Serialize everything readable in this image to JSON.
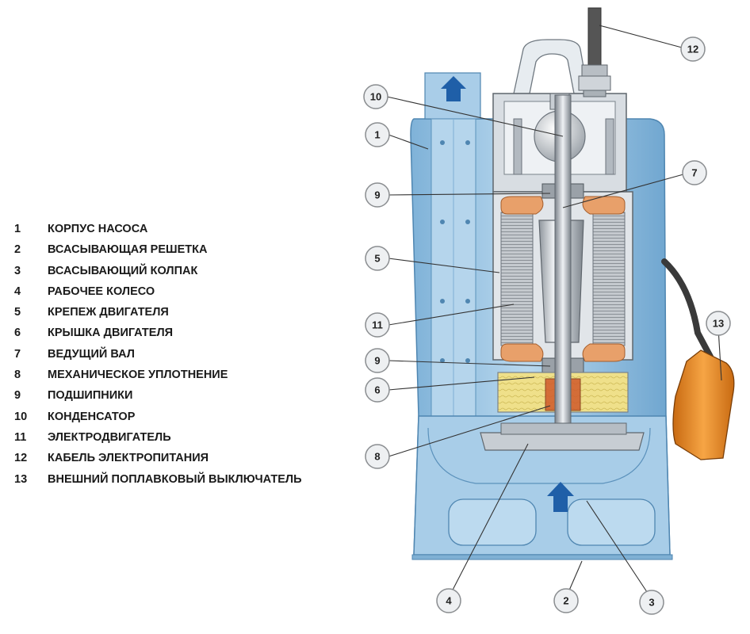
{
  "legend": [
    {
      "num": "1",
      "label": "КОРПУС НАСОСА"
    },
    {
      "num": "2",
      "label": "ВСАСЫВАЮЩАЯ РЕШЕТКА"
    },
    {
      "num": "3",
      "label": "ВСАСЫВАЮЩИЙ КОЛПАК"
    },
    {
      "num": "4",
      "label": "РАБОЧЕЕ КОЛЕСО"
    },
    {
      "num": "5",
      "label": "КРЕПЕЖ ДВИГАТЕЛЯ"
    },
    {
      "num": "6",
      "label": "КРЫШКА ДВИГАТЕЛЯ"
    },
    {
      "num": "7",
      "label": "ВЕДУЩИЙ ВАЛ"
    },
    {
      "num": "8",
      "label": "МЕХАНИЧЕСКОЕ УПЛОТНЕНИЕ"
    },
    {
      "num": "9",
      "label": "ПОДШИПНИКИ"
    },
    {
      "num": "10",
      "label": "КОНДЕНСАТОР"
    },
    {
      "num": "11",
      "label": "ЭЛЕКТРОДВИГАТЕЛЬ"
    },
    {
      "num": "12",
      "label": "КАБЕЛЬ ЭЛЕКТРОПИТАНИЯ"
    },
    {
      "num": "13",
      "label": "ВНЕШНИЙ ПОПЛАВКОВЫЙ ВЫКЛЮЧАТЕЛЬ"
    }
  ],
  "callouts": [
    "10",
    "1",
    "9",
    "5",
    "11",
    "9",
    "6",
    "8",
    "4",
    "2",
    "3",
    "7",
    "12",
    "13"
  ],
  "colors": {
    "housing": "#9fc6e2",
    "housing_dark": "#5f9ac4",
    "housing_light": "#cde3f2",
    "motor_grey": "#c9ced3",
    "winding": "#e8a06a",
    "oil": "#efe08a",
    "float": "#e98f2a",
    "arrow": "#1f5fa8"
  }
}
